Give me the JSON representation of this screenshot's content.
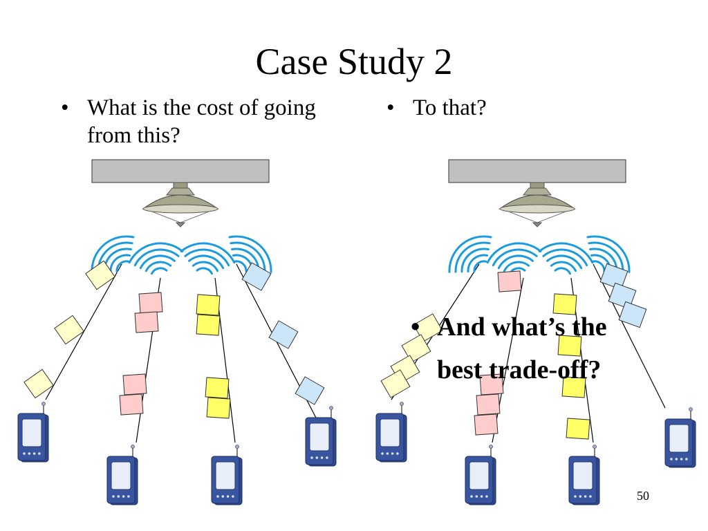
{
  "slide": {
    "title": "Case Study 2",
    "bullets": {
      "left": "What is the cost of going from this?",
      "right": "To that?",
      "overlay": "And what’s the best trade-off?"
    },
    "bullet_glyph": "•",
    "page_number": "50"
  },
  "diagram": {
    "icons": [
      "ceiling-access-point-icon",
      "wireless-signal-icon",
      "mobile-device-icon"
    ],
    "colors": {
      "packet_yellow_light": "#ffffcc",
      "packet_pink": "#ffcccc",
      "packet_yellow": "#ffff66",
      "packet_blue": "#cce6f9",
      "signal": "#1a9be0",
      "device": "#3a55a0",
      "ap_bar": "#c0c0c0"
    },
    "scenarios": [
      {
        "name": "this",
        "flows": [
          {
            "color": "packet_yellow_light",
            "packets": 3
          },
          {
            "color": "packet_pink",
            "packets": 4
          },
          {
            "color": "packet_yellow",
            "packets": 4
          },
          {
            "color": "packet_blue",
            "packets": 3
          }
        ]
      },
      {
        "name": "that",
        "flows": [
          {
            "color": "packet_yellow_light",
            "packets": 4
          },
          {
            "color": "packet_pink",
            "packets": 4
          },
          {
            "color": "packet_yellow",
            "packets": 4
          },
          {
            "color": "packet_blue",
            "packets": 3
          }
        ]
      }
    ]
  }
}
